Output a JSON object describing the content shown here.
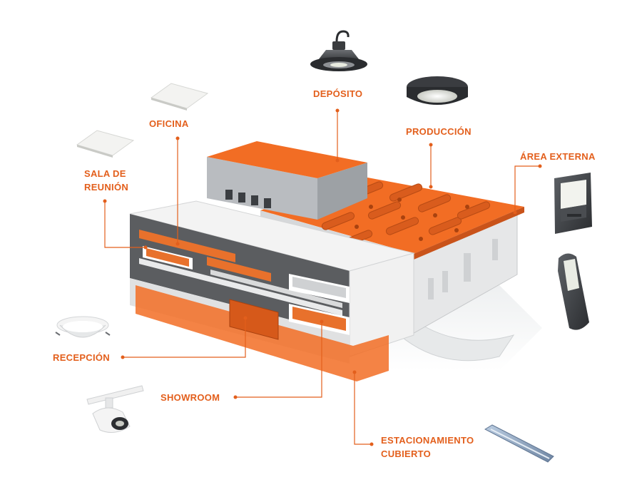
{
  "colors": {
    "accent": "#e35f1c",
    "roof_orange": "#f26d24",
    "wall_dark": "#5b5d60",
    "wall_light": "#f4f4f4",
    "wall_grey": "#cfd1d3"
  },
  "labels": {
    "deposito": "DEPÓSITO",
    "produccion": "PRODUCCIÓN",
    "oficina": "OFICINA",
    "area_externa": "ÁREA EXTERNA",
    "sala_reunion": [
      "SALA DE",
      "REUNIÓN"
    ],
    "recepcion": "RECEPCIÓN",
    "showroom": "SHOWROOM",
    "estacionamiento": [
      "ESTACIONAMIENTO",
      "CUBIERTO"
    ]
  },
  "products": [
    {
      "name": "highbay-hook-icon"
    },
    {
      "name": "highbay-round-icon"
    },
    {
      "name": "led-panel-icon"
    },
    {
      "name": "floodlight-icon"
    },
    {
      "name": "street-light-icon"
    },
    {
      "name": "downlight-icon"
    },
    {
      "name": "track-spot-icon"
    },
    {
      "name": "tube-light-icon"
    }
  ]
}
